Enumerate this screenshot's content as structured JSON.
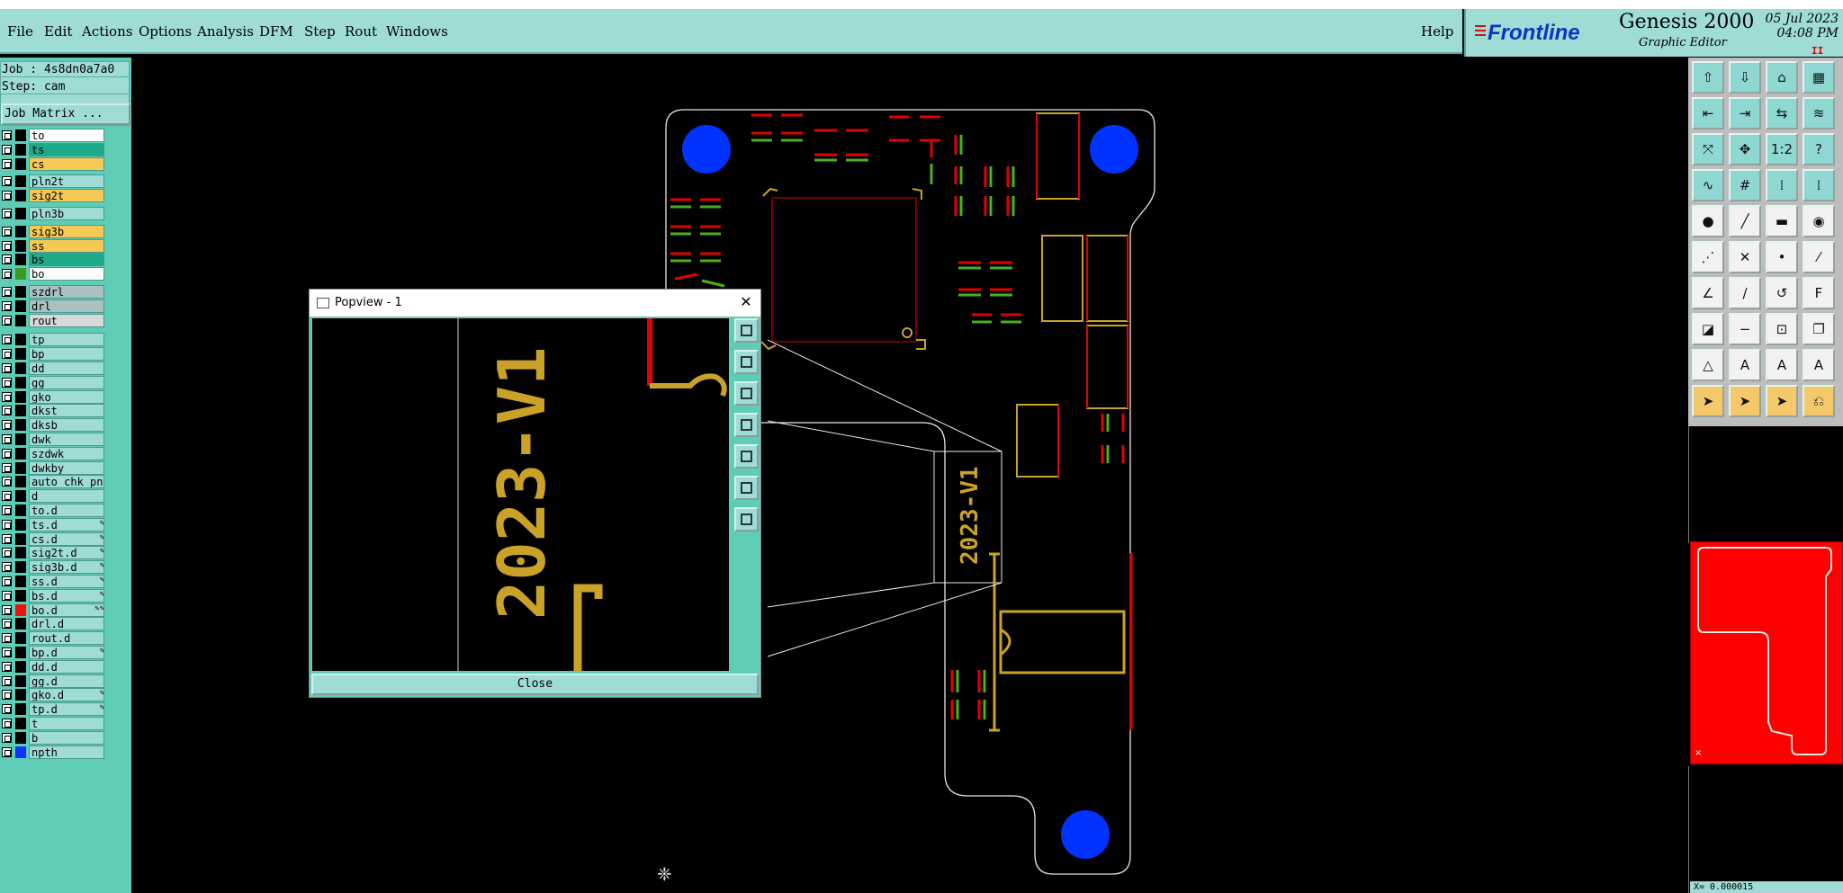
{
  "menu": {
    "file": "File",
    "edit": "Edit",
    "actions": "Actions",
    "options": "Options",
    "analysis": "Analysis",
    "dfm": "DFM",
    "step": "Step",
    "rout": "Rout",
    "windows": "Windows",
    "help": "Help"
  },
  "brand": {
    "logo": "Frontline",
    "name": "Genesis 2000",
    "subtitle": "Graphic Editor",
    "date": "05 Jul 2023",
    "time": "04:08 PM",
    "mark": "II"
  },
  "job": {
    "job_line": "Job : 4s8dn0a7a0",
    "step_line": "Step: cam",
    "matrix_button": "Job Matrix ..."
  },
  "colors": {
    "teal_panel": "#5fcdb5",
    "light_teal": "#9fdcd6",
    "signal_red": "#e00000",
    "signal_green": "#4caf1e",
    "silk_yellow": "#c9a227",
    "drill_blue": "#0033ff",
    "outline": "#e8e8e8"
  },
  "layers": [
    {
      "name": "to",
      "color": "#ffffff",
      "swatch": "#000000"
    },
    {
      "name": "ts",
      "color": "#1eaa88",
      "swatch": "#000000"
    },
    {
      "name": "cs",
      "color": "#f6c856",
      "swatch": "#000000"
    },
    {
      "name": "pln2t",
      "color": "#9fdcd6",
      "swatch": "#000000"
    },
    {
      "name": "sig2t",
      "color": "#f6c856",
      "swatch": "#000000"
    },
    {
      "name": "pln3b",
      "color": "#9fdcd6",
      "swatch": "#000000"
    },
    {
      "name": "sig3b",
      "color": "#f6c856",
      "swatch": "#000000"
    },
    {
      "name": "ss",
      "color": "#f6c856",
      "swatch": "#000000"
    },
    {
      "name": "bs",
      "color": "#1eaa88",
      "swatch": "#000000"
    },
    {
      "name": "bo",
      "color": "#ffffff",
      "swatch": "#3c9a1c"
    },
    {
      "name": "szdrl",
      "color": "#a9c2c0",
      "swatch": "#000000"
    },
    {
      "name": "drl",
      "color": "#a9c2c0",
      "swatch": "#000000"
    },
    {
      "name": "rout",
      "color": "#d8d8d8",
      "swatch": "#000000"
    },
    {
      "name": "tp",
      "color": "#9fdcd6",
      "swatch": "#000000"
    },
    {
      "name": "bp",
      "color": "#9fdcd6",
      "swatch": "#000000"
    },
    {
      "name": "dd",
      "color": "#9fdcd6",
      "swatch": "#000000"
    },
    {
      "name": "gg",
      "color": "#9fdcd6",
      "swatch": "#000000"
    },
    {
      "name": "gko",
      "color": "#9fdcd6",
      "swatch": "#000000"
    },
    {
      "name": "dkst",
      "color": "#9fdcd6",
      "swatch": "#000000"
    },
    {
      "name": "dksb",
      "color": "#9fdcd6",
      "swatch": "#000000"
    },
    {
      "name": "dwk",
      "color": "#9fdcd6",
      "swatch": "#000000"
    },
    {
      "name": "szdwk",
      "color": "#9fdcd6",
      "swatch": "#000000"
    },
    {
      "name": "dwkby",
      "color": "#9fdcd6",
      "swatch": "#000000"
    },
    {
      "name": "auto_chk_pn",
      "color": "#9fdcd6",
      "swatch": "#000000"
    },
    {
      "name": "d",
      "color": "#9fdcd6",
      "swatch": "#000000"
    },
    {
      "name": "to.d",
      "color": "#9fdcd6",
      "swatch": "#000000"
    },
    {
      "name": "ts.d",
      "color": "#9fdcd6",
      "swatch": "#000000",
      "flag": "✎"
    },
    {
      "name": "cs.d",
      "color": "#9fdcd6",
      "swatch": "#000000",
      "flag": "✎"
    },
    {
      "name": "sig2t.d",
      "color": "#9fdcd6",
      "swatch": "#000000",
      "flag": "✎"
    },
    {
      "name": "sig3b.d",
      "color": "#9fdcd6",
      "swatch": "#000000",
      "flag": "✎"
    },
    {
      "name": "ss.d",
      "color": "#9fdcd6",
      "swatch": "#000000",
      "flag": "✎"
    },
    {
      "name": "bs.d",
      "color": "#9fdcd6",
      "swatch": "#000000",
      "flag": "✎"
    },
    {
      "name": "bo.d",
      "color": "#9fdcd6",
      "swatch": "#ee1111",
      "flag": "✎✎"
    },
    {
      "name": "drl.d",
      "color": "#9fdcd6",
      "swatch": "#000000"
    },
    {
      "name": "rout.d",
      "color": "#9fdcd6",
      "swatch": "#000000"
    },
    {
      "name": "bp.d",
      "color": "#9fdcd6",
      "swatch": "#000000",
      "flag": "✎"
    },
    {
      "name": "dd.d",
      "color": "#9fdcd6",
      "swatch": "#000000"
    },
    {
      "name": "gg.d",
      "color": "#9fdcd6",
      "swatch": "#000000"
    },
    {
      "name": "gko.d",
      "color": "#9fdcd6",
      "swatch": "#000000",
      "flag": "✎"
    },
    {
      "name": "tp.d",
      "color": "#9fdcd6",
      "swatch": "#000000",
      "flag": "✎"
    },
    {
      "name": "t",
      "color": "#9fdcd6",
      "swatch": "#000000"
    },
    {
      "name": "b",
      "color": "#9fdcd6",
      "swatch": "#000000"
    },
    {
      "name": "npth",
      "color": "#9fdcd6",
      "swatch": "#1133ff"
    }
  ],
  "board": {
    "silk_text": "2023-V1"
  },
  "popview": {
    "title": "Popview - 1",
    "close_x": "✕",
    "close_button": "Close",
    "silk_text": "2023-V1"
  },
  "tools": [
    {
      "icon": "step-up-icon",
      "glyph": "⇧",
      "style": "teal"
    },
    {
      "icon": "step-down-icon",
      "glyph": "⇩",
      "style": "teal"
    },
    {
      "icon": "home-icon",
      "glyph": "⌂",
      "style": "teal"
    },
    {
      "icon": "window-icon",
      "glyph": "▦",
      "style": "teal"
    },
    {
      "icon": "pan-left-icon",
      "glyph": "⇤",
      "style": "teal"
    },
    {
      "icon": "pan-right-icon",
      "glyph": "⇥",
      "style": "teal"
    },
    {
      "icon": "pan-both-icon",
      "glyph": "⇆",
      "style": "teal"
    },
    {
      "icon": "wave-icon",
      "glyph": "≋",
      "style": "teal"
    },
    {
      "icon": "zoom-fit-icon",
      "glyph": "⤧",
      "style": "teal"
    },
    {
      "icon": "zoom-center-icon",
      "glyph": "✥",
      "style": "teal"
    },
    {
      "icon": "scale-icon",
      "glyph": "1:2",
      "style": "teal"
    },
    {
      "icon": "help-icon",
      "glyph": "?",
      "style": "teal"
    },
    {
      "icon": "measure-icon",
      "glyph": "∿",
      "style": "teal"
    },
    {
      "icon": "grid-icon",
      "glyph": "#",
      "style": "teal"
    },
    {
      "icon": "snap-icon",
      "glyph": "⁞",
      "style": "teal"
    },
    {
      "icon": "snap-red-icon",
      "glyph": "⁞",
      "style": "teal"
    },
    {
      "icon": "pad-icon",
      "glyph": "●",
      "style": "light"
    },
    {
      "icon": "line-icon",
      "glyph": "╱",
      "style": "light"
    },
    {
      "icon": "ruler-icon",
      "glyph": "▬",
      "style": "light"
    },
    {
      "icon": "circle-icon",
      "glyph": "◉",
      "style": "light"
    },
    {
      "icon": "node-icon",
      "glyph": "⋰",
      "style": "light"
    },
    {
      "icon": "cross-icon",
      "glyph": "✕",
      "style": "light"
    },
    {
      "icon": "point-icon",
      "glyph": "•",
      "style": "light"
    },
    {
      "icon": "point-line-icon",
      "glyph": "⁄",
      "style": "light"
    },
    {
      "icon": "angle-icon",
      "glyph": "∠",
      "style": "light"
    },
    {
      "icon": "slash-icon",
      "glyph": "/",
      "style": "light"
    },
    {
      "icon": "arc-icon",
      "glyph": "↺",
      "style": "light"
    },
    {
      "icon": "text-icon",
      "glyph": "F",
      "style": "light"
    },
    {
      "icon": "corner-icon",
      "glyph": "◪",
      "style": "light"
    },
    {
      "icon": "minus-icon",
      "glyph": "−",
      "style": "light"
    },
    {
      "icon": "box-icon",
      "glyph": "⊡",
      "style": "light"
    },
    {
      "icon": "squares-icon",
      "glyph": "❐",
      "style": "light"
    },
    {
      "icon": "triangle-icon",
      "glyph": "△",
      "style": "light"
    },
    {
      "icon": "a-shape-icon",
      "glyph": "A",
      "style": "light"
    },
    {
      "icon": "a-shape2-icon",
      "glyph": "A",
      "style": "light"
    },
    {
      "icon": "a-shape3-icon",
      "glyph": "A",
      "style": "light"
    },
    {
      "icon": "select-icon",
      "glyph": "➤",
      "style": "yellow"
    },
    {
      "icon": "select-box-icon",
      "glyph": "➤",
      "style": "yellow"
    },
    {
      "icon": "select-round-icon",
      "glyph": "➤",
      "style": "yellow"
    },
    {
      "icon": "select-path-icon",
      "glyph": "⎌",
      "style": "yellow"
    }
  ],
  "status": {
    "text": "X= 0.000015"
  }
}
